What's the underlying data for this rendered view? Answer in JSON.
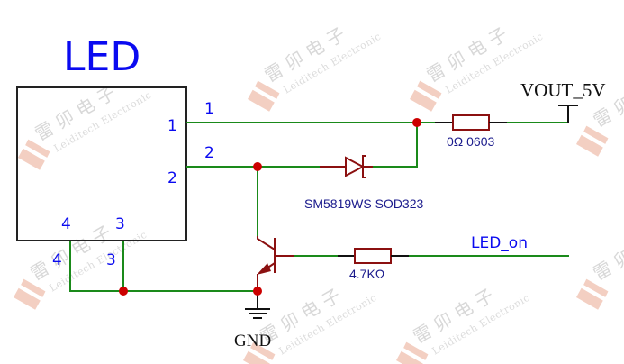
{
  "title": "LED",
  "component": {
    "name": "LED",
    "pins_inside": [
      "1",
      "2",
      "4",
      "3"
    ],
    "pins_outside": [
      "1",
      "2",
      "4",
      "3"
    ]
  },
  "power": {
    "net": "VOUT_5V",
    "ground": "GND"
  },
  "resistors": [
    {
      "id": "R-series",
      "value": "0Ω 0603"
    },
    {
      "id": "R-base",
      "value": "4.7KΩ"
    }
  ],
  "diode": {
    "label": "SM5819WS SOD323"
  },
  "signal": {
    "net": "LED_on"
  },
  "watermark": {
    "cn": "雷 卯 电 子",
    "en": "Leiditech Electronic"
  },
  "colors": {
    "wire": "#1a8a1a",
    "part": "#8b1010",
    "junction": "#cc0000",
    "pin_label": "#0a0af0",
    "value_label": "#1a1a8c",
    "watermark_logo": "#f2c6b8"
  }
}
